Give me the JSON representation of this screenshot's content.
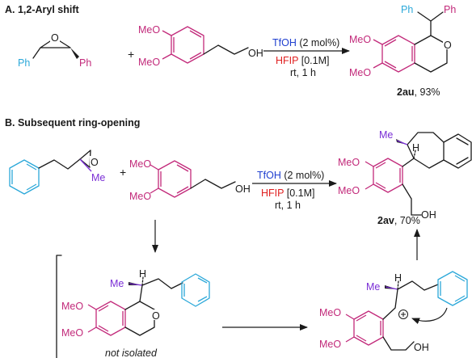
{
  "colors": {
    "cyan": "#2ba8d9",
    "magenta": "#c2297a",
    "purple": "#7b2fd6",
    "blue": "#2040d0",
    "red": "#e02020",
    "black": "#1a1a1a"
  },
  "section_a": {
    "title": "A. 1,2-Aryl shift",
    "epoxide": {
      "ph_left": "Ph",
      "ph_right": "Ph",
      "o": "O"
    },
    "plus": "+",
    "alcohol": {
      "meo_top": "MeO",
      "meo_bottom": "MeO",
      "oh": "OH"
    },
    "conditions": {
      "catalyst": "TfOH",
      "catalyst_amount": "(2 mol%)",
      "solvent": "HFIP",
      "solvent_conc": "[0.1M]",
      "time": "rt, 1 h"
    },
    "product": {
      "ph_left": "Ph",
      "ph_right": "Ph",
      "meo_top": "MeO",
      "meo_bottom": "MeO",
      "o": "O",
      "compound": "2au",
      "yield": ", 93%"
    }
  },
  "section_b": {
    "title": "B. Subsequent ring-opening",
    "epoxide": {
      "o": "O",
      "me": "Me"
    },
    "plus": "+",
    "alcohol": {
      "meo_top": "MeO",
      "meo_bottom": "MeO",
      "oh": "OH"
    },
    "conditions": {
      "catalyst": "TfOH",
      "catalyst_amount": "(2 mol%)",
      "solvent": "HFIP",
      "solvent_conc": "[0.1M]",
      "time": "rt, 1 h"
    },
    "product": {
      "h": "H",
      "me": "Me",
      "meo_top": "MeO",
      "meo_bottom": "MeO",
      "oh": "OH",
      "compound": "2av",
      "yield": ", 70%"
    },
    "intermediate": {
      "me": "Me",
      "h": "H",
      "meo_top": "MeO",
      "meo_bottom": "MeO",
      "o": "O",
      "note": "not isolated"
    },
    "cation": {
      "me": "Me",
      "h": "H",
      "plus": "+",
      "meo_top": "MeO",
      "meo_bottom": "MeO",
      "oh": "OH"
    }
  }
}
